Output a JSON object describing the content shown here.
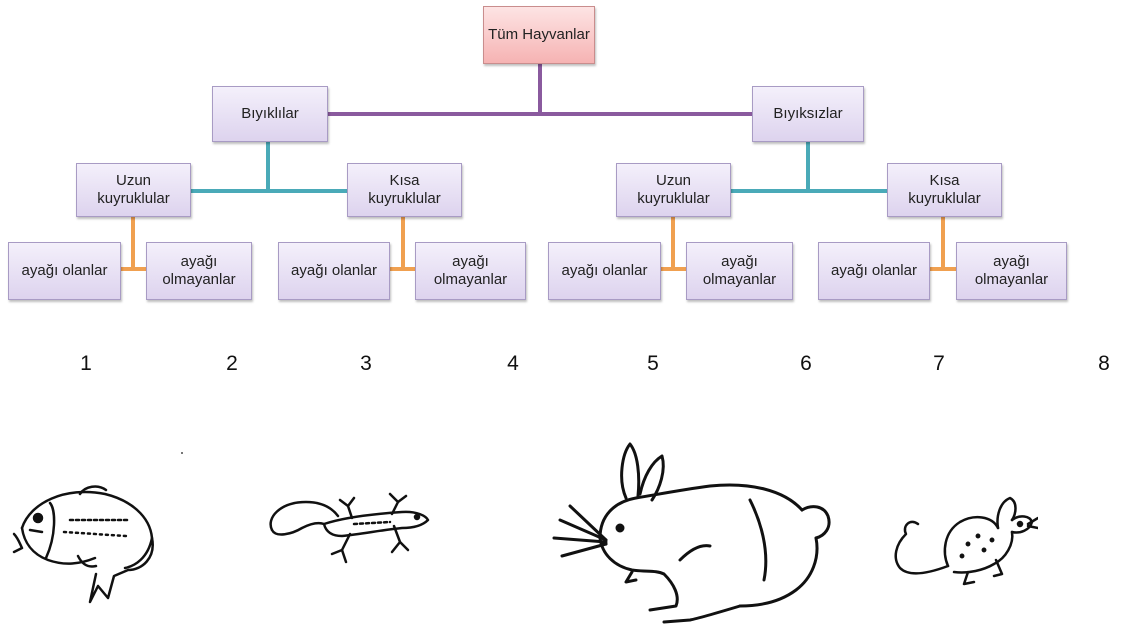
{
  "tree": {
    "root": "Tüm Hayvanlar",
    "level1": [
      "Bıyıklılar",
      "Bıyıksızlar"
    ],
    "level2": [
      "Uzun kuyruklular",
      "Kısa kuyruklular",
      "Uzun kuyruklular",
      "Kısa kuyruklular"
    ],
    "level3": [
      "ayağı olanlar",
      "ayağı olmayanlar",
      "ayağı olanlar",
      "ayağı olmayanlar",
      "ayağı olanlar",
      "ayağı olmayanlar",
      "ayağı olanlar",
      "ayağı olmayanlar"
    ]
  },
  "line_colors": {
    "root_branch": "#8a5a9e",
    "level2_branch": "#4aaab8",
    "level3_branch": "#f0a050"
  },
  "numbers": [
    "1",
    "2",
    "3",
    "4",
    "5",
    "6",
    "7",
    "8"
  ],
  "animals": [
    "fish-icon",
    "lizard-icon",
    "rabbit-icon",
    "mouse-icon"
  ]
}
